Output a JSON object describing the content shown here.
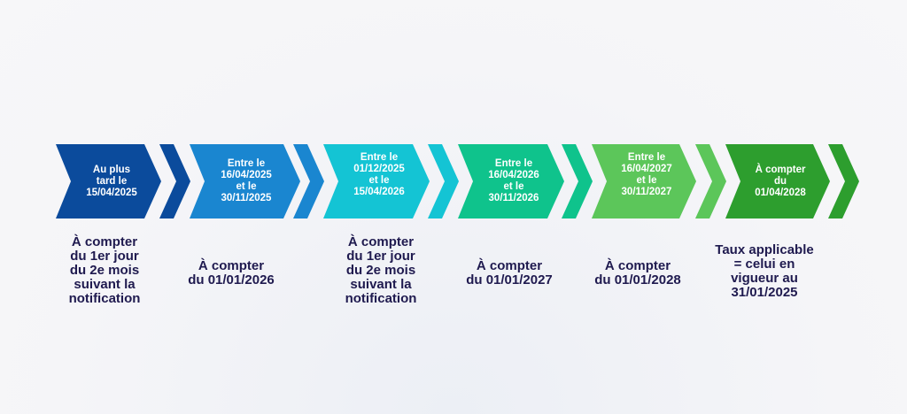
{
  "steps": [
    {
      "label": "Au plus\ntard le\n15/04/2025",
      "note": "À compter\ndu 1er jour\ndu 2e mois\nsuivant la\nnotification",
      "color": "#0b4b9c",
      "chevron_color": "#0b4b9c"
    },
    {
      "label": "Entre le\n16/04/2025\net le\n30/11/2025",
      "note": "À compter\ndu 01/01/2026",
      "color": "#1a86d0",
      "chevron_color": "#1a86d0"
    },
    {
      "label": "Entre le\n01/12/2025\net le\n15/04/2026",
      "note": "À compter\ndu 1er jour\ndu 2e mois\nsuivant la\nnotification",
      "color": "#14c4d4",
      "chevron_color": "#14c4d4"
    },
    {
      "label": "Entre le\n16/04/2026\net le\n30/11/2026",
      "note": "À compter\ndu 01/01/2027",
      "color": "#0fc38c",
      "chevron_color": "#0fc38c"
    },
    {
      "label": "Entre le\n16/04/2027\net le\n30/11/2027",
      "note": "À compter\ndu 01/01/2028",
      "color": "#5cc65a",
      "chevron_color": "#5cc65a"
    },
    {
      "label": "À compter\ndu\n01/04/2028",
      "note": "Taux applicable\n= celui en\nvigueur au\n31/01/2025",
      "color": "#2d9e2e",
      "chevron_color": "#2d9e2e"
    }
  ]
}
